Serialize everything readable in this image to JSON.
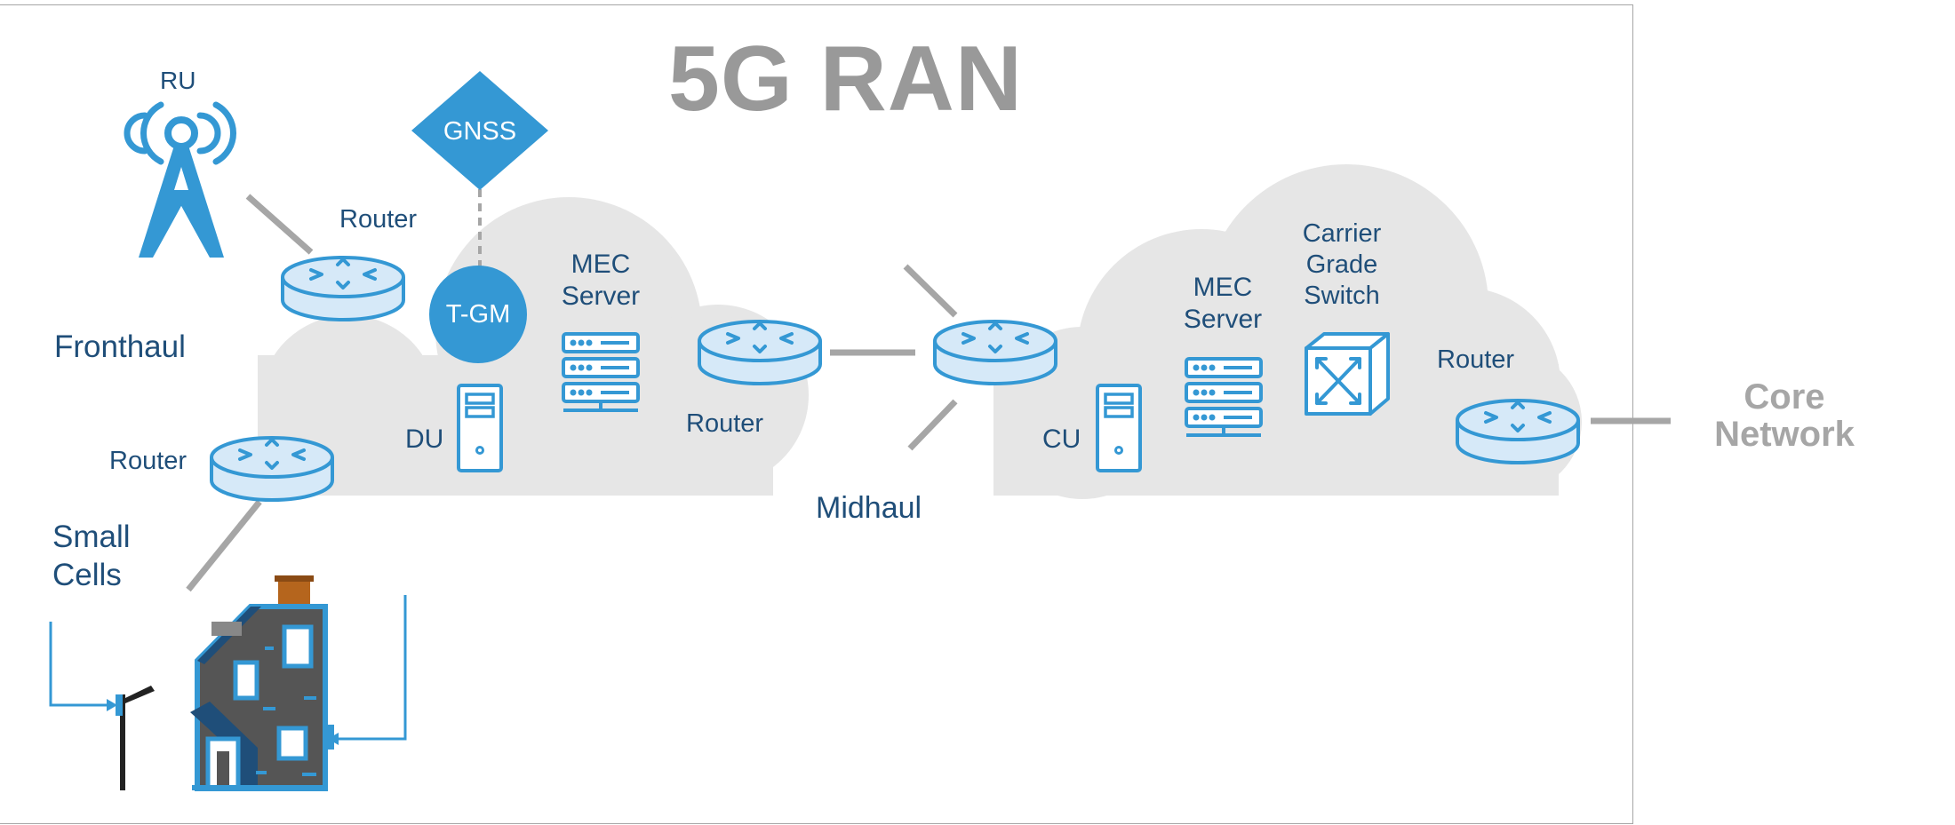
{
  "title": "5G RAN",
  "labels": {
    "ru": "RU",
    "gnss": "GNSS",
    "tgm": "T-GM",
    "router_top": "Router",
    "router_left": "Router",
    "router_mid": "Router",
    "router_right": "Router",
    "mec_left": "MEC\nServer",
    "mec_right": "MEC\nServer",
    "du": "DU",
    "cu": "CU",
    "switch": "Carrier\nGrade\nSwitch",
    "fronthaul": "Fronthaul",
    "midhaul": "Midhaul",
    "small_cells": "Small\nCells",
    "core_network": "Core\nNetwork"
  },
  "colors": {
    "icon_blue": "#3498d4",
    "router_fill": "#d6e9f8",
    "label_navy": "#1f4e79",
    "cloud_gray": "#e6e6e6",
    "link_gray": "#a6a6a6",
    "title_gray": "#999999"
  },
  "icons": [
    "antenna-tower-icon",
    "gnss-diamond-icon",
    "router-icon",
    "server-rack-icon",
    "tower-pc-icon",
    "switch-cube-icon",
    "building-icon",
    "street-light-icon"
  ]
}
